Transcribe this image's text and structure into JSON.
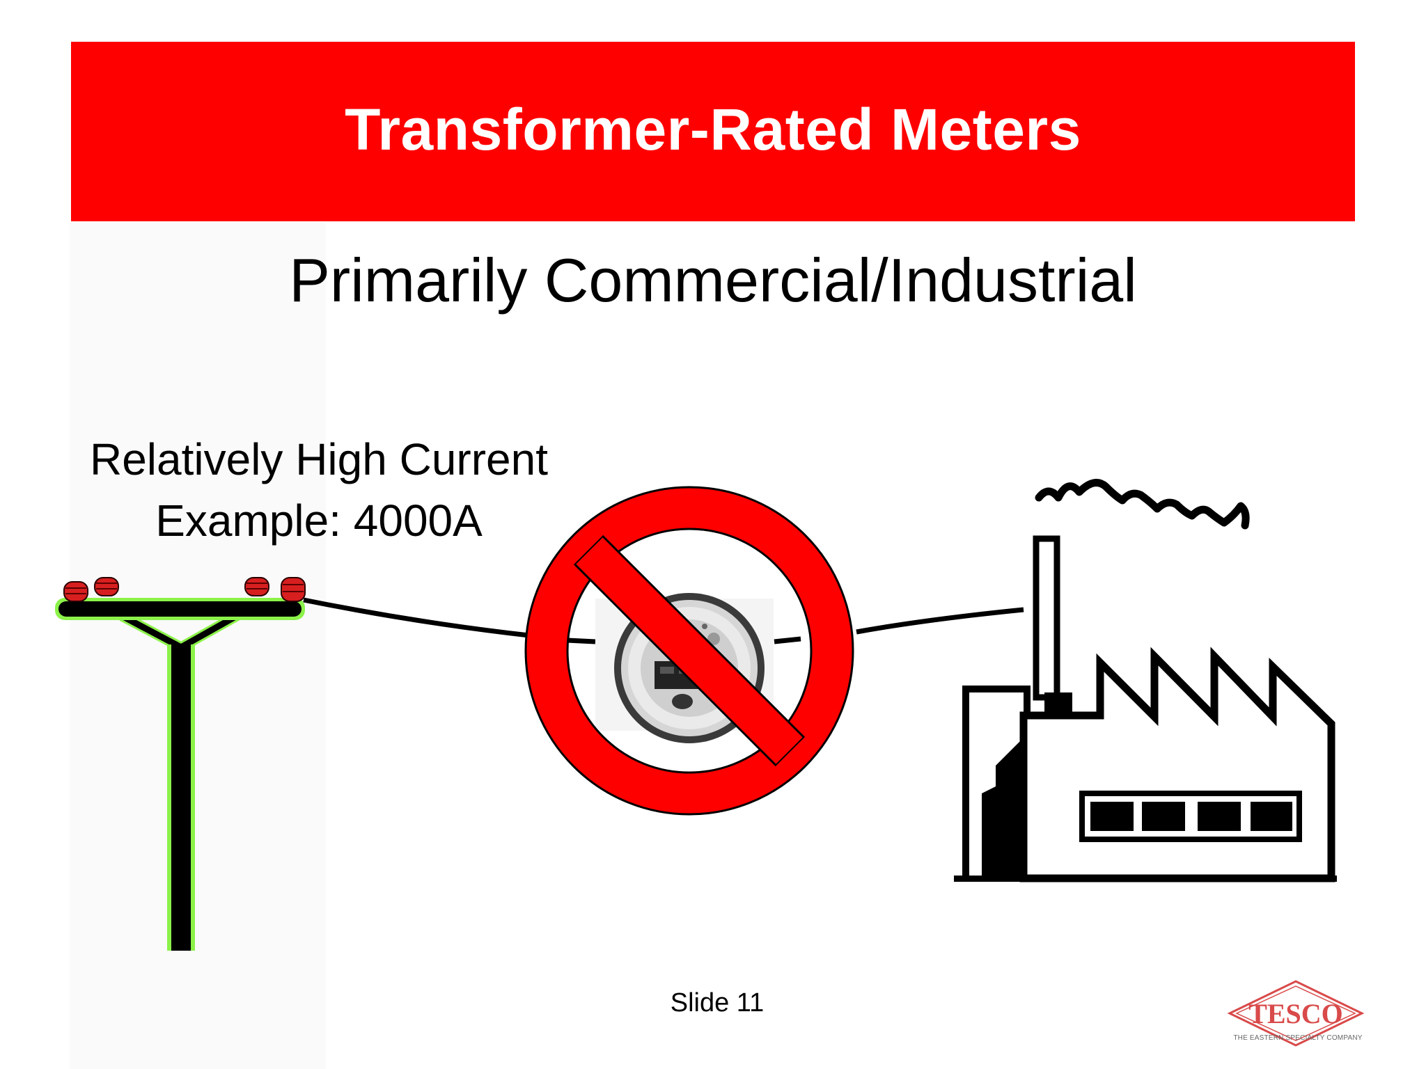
{
  "slide": {
    "title": "Transformer-Rated Meters",
    "subtitle": "Primarily Commercial/Industrial",
    "note_line1": "Relatively High Current",
    "note_line2": "Example: 4000A",
    "footer": "Slide 11"
  },
  "logo": {
    "wordmark": "TESCO",
    "tagline": "THE EASTERN SPECIALTY COMPANY"
  },
  "illustration": {
    "left_icon": "utility-pole-icon",
    "center_icon": "no-meter-prohibition-icon",
    "right_icon": "factory-icon"
  },
  "colors": {
    "banner": "#ff0000",
    "prohibition": "#ff0000",
    "pole_outline": "#8cf24a",
    "insulator": "#d81f1f",
    "logo": "#d94a4a"
  }
}
